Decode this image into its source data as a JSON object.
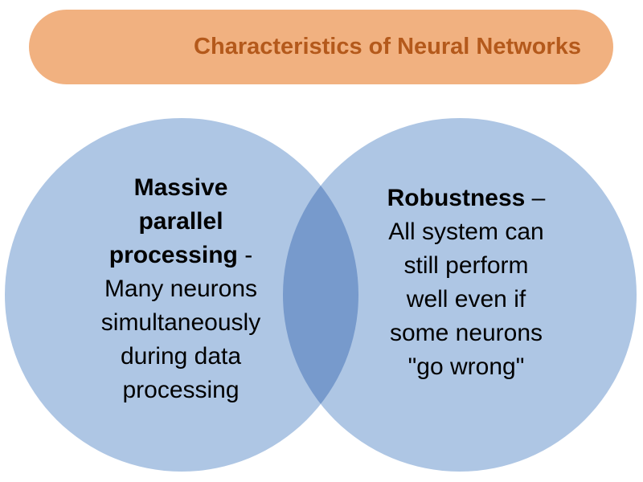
{
  "title": {
    "text": "Characteristics of Neural Networks"
  },
  "colors": {
    "background": "#FFFFFF",
    "banner_fill": "#F1B180",
    "banner_text": "#B4591B",
    "circle_fill": "#AEC6E4",
    "body_text": "#000000"
  },
  "venn": {
    "left": {
      "lines": [
        {
          "bold": "Massive",
          "rest": ""
        },
        {
          "bold": "parallel",
          "rest": ""
        },
        {
          "bold": "processing",
          "rest": " -"
        },
        {
          "bold": "",
          "rest": "Many neurons"
        },
        {
          "bold": "",
          "rest": "simultaneously"
        },
        {
          "bold": "",
          "rest": "during data"
        },
        {
          "bold": "",
          "rest": "processing"
        }
      ]
    },
    "right": {
      "lines": [
        {
          "bold": "Robustness",
          "rest": " –"
        },
        {
          "bold": "",
          "rest": "All system can"
        },
        {
          "bold": "",
          "rest": "still perform"
        },
        {
          "bold": "",
          "rest": "well even  if"
        },
        {
          "bold": "",
          "rest": "some neurons"
        },
        {
          "bold": "",
          "rest": "\"go wrong\""
        }
      ]
    }
  }
}
